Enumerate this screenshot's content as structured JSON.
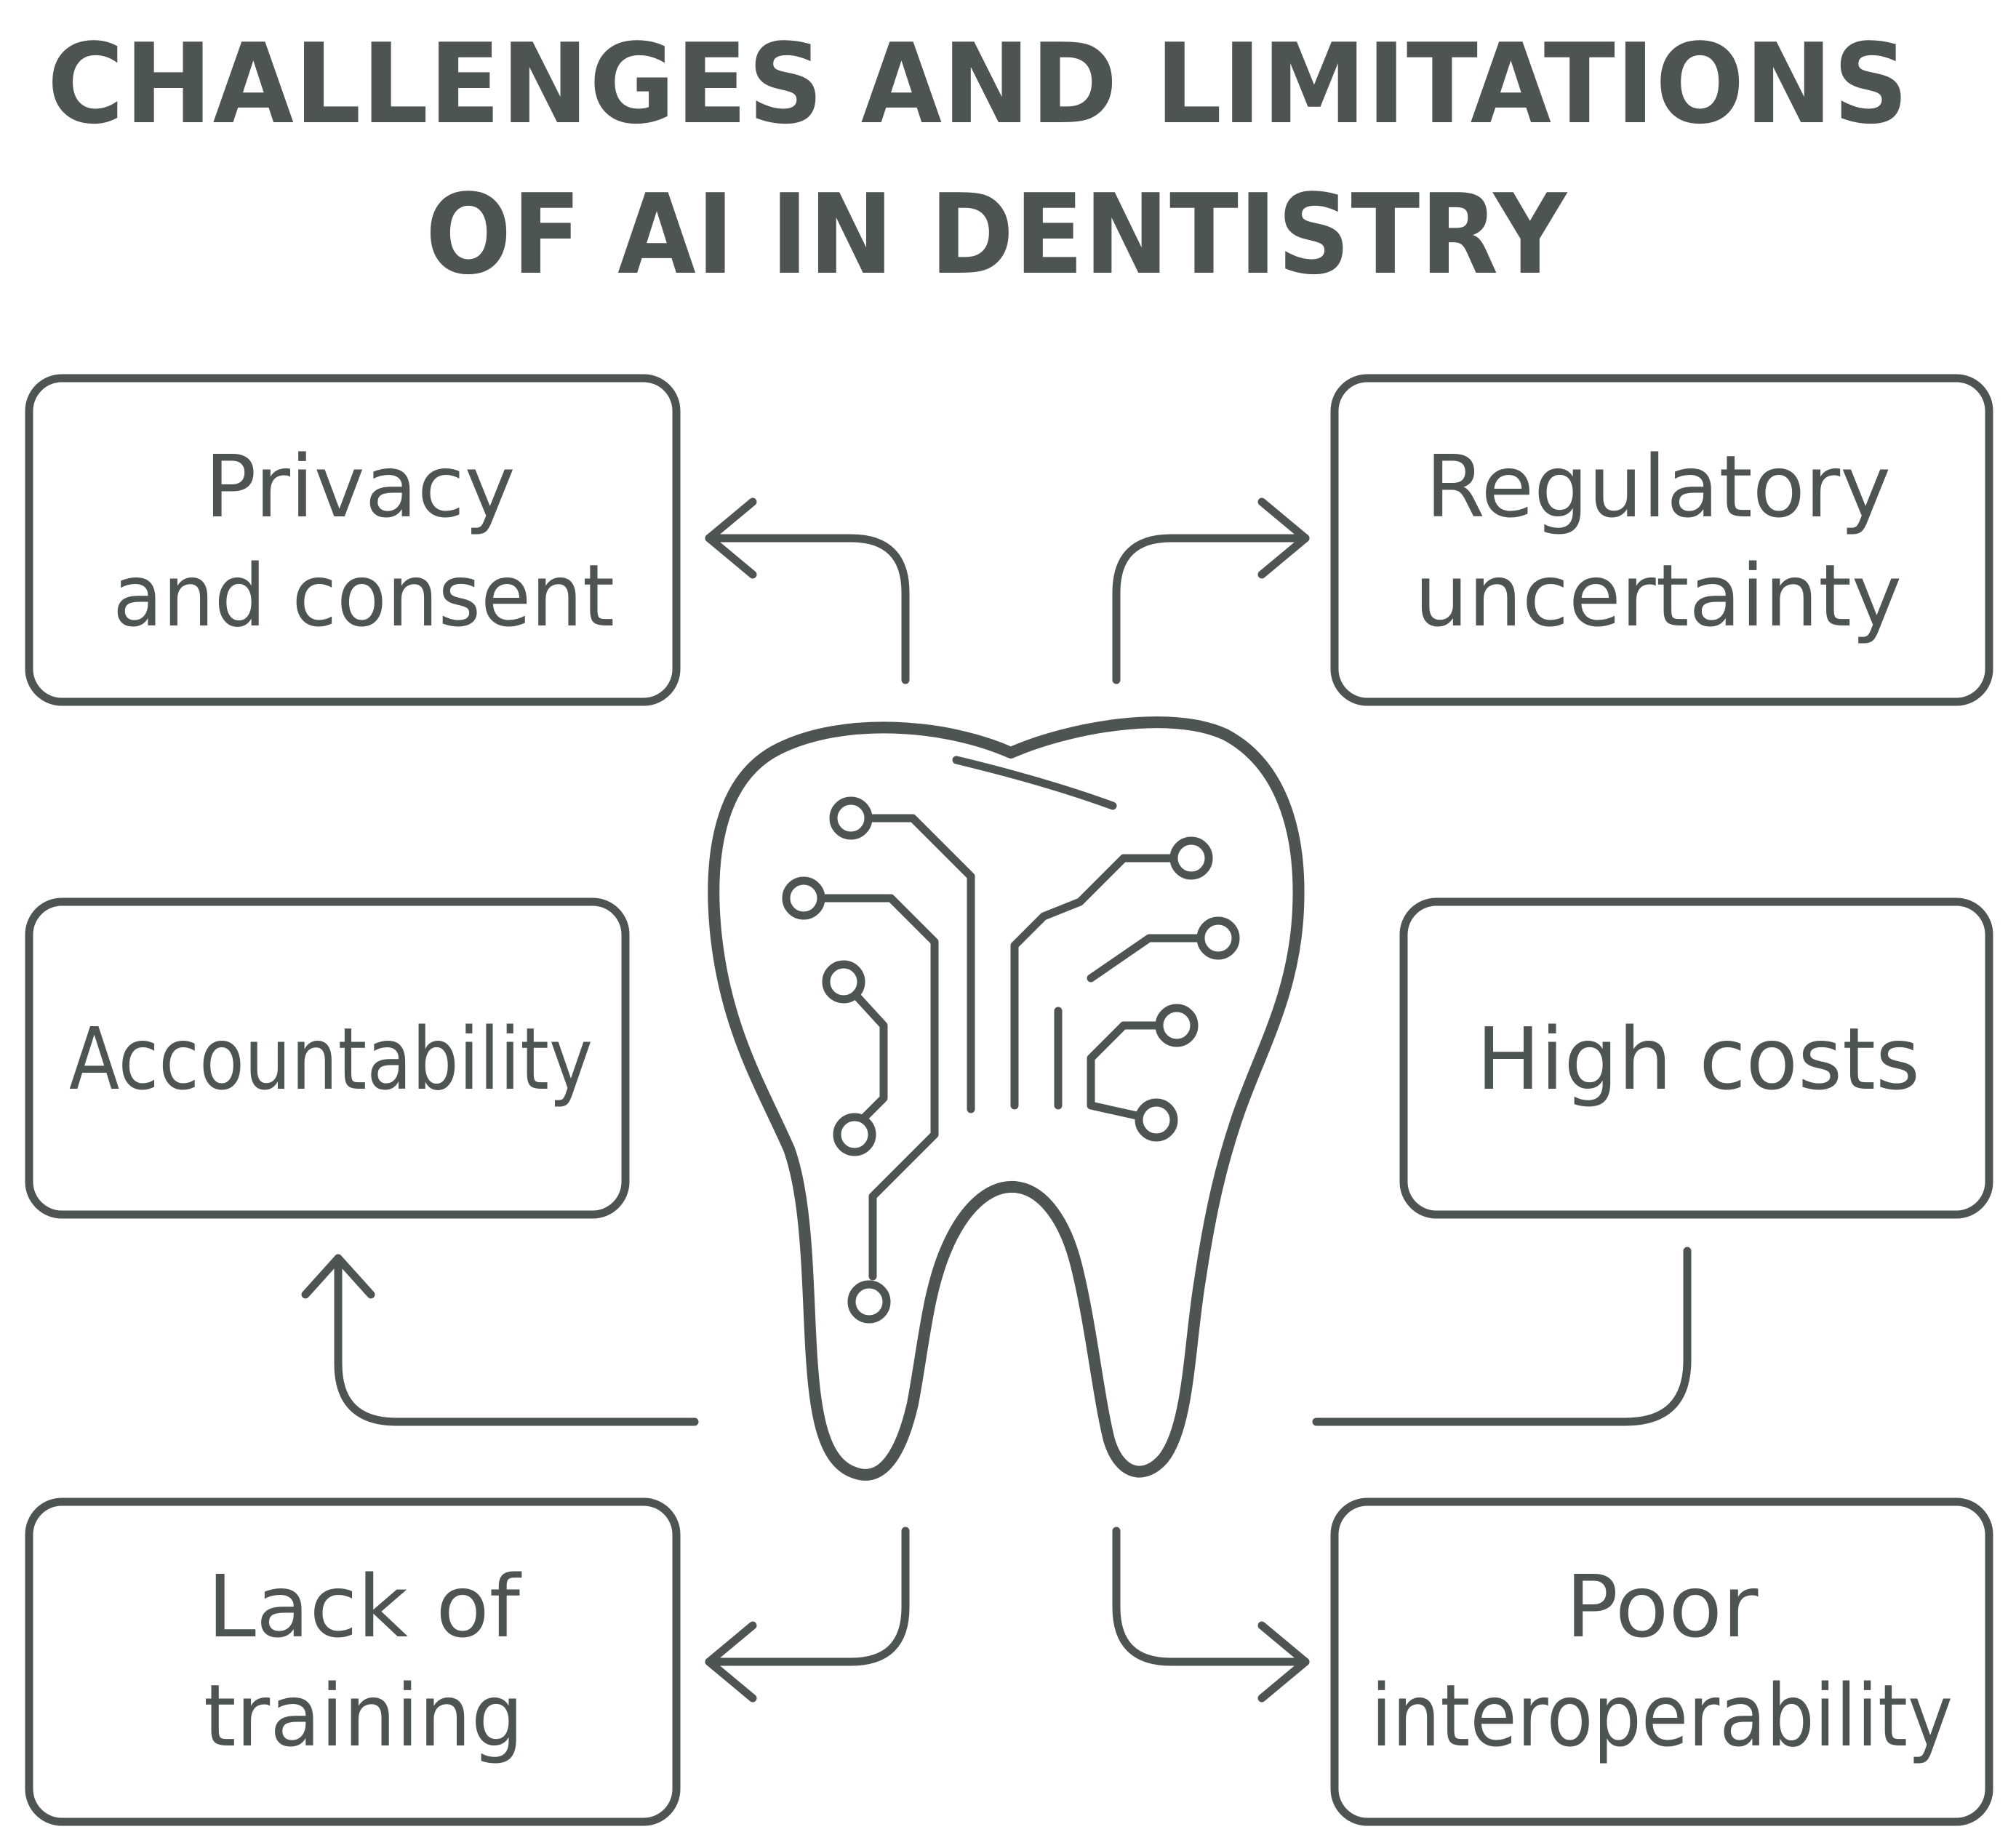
{
  "title": {
    "line1": "CHALLENGES AND LIMITATIONS",
    "line2": "OF AI IN DENTISTRY"
  },
  "center_icon": "tooth-circuit-icon",
  "challenges": [
    {
      "id": "privacy",
      "lines": [
        "Privacy",
        "and consent"
      ]
    },
    {
      "id": "regulatory",
      "lines": [
        "Regulatory",
        "uncertainty"
      ]
    },
    {
      "id": "accountability",
      "lines": [
        "Accountability"
      ]
    },
    {
      "id": "costs",
      "lines": [
        "High costs"
      ]
    },
    {
      "id": "training",
      "lines": [
        "Lack of",
        "training"
      ]
    },
    {
      "id": "interoperability",
      "lines": [
        "Poor",
        "interoperability"
      ]
    }
  ],
  "colors": {
    "ink": "#4e5452",
    "background": "#ffffff"
  }
}
